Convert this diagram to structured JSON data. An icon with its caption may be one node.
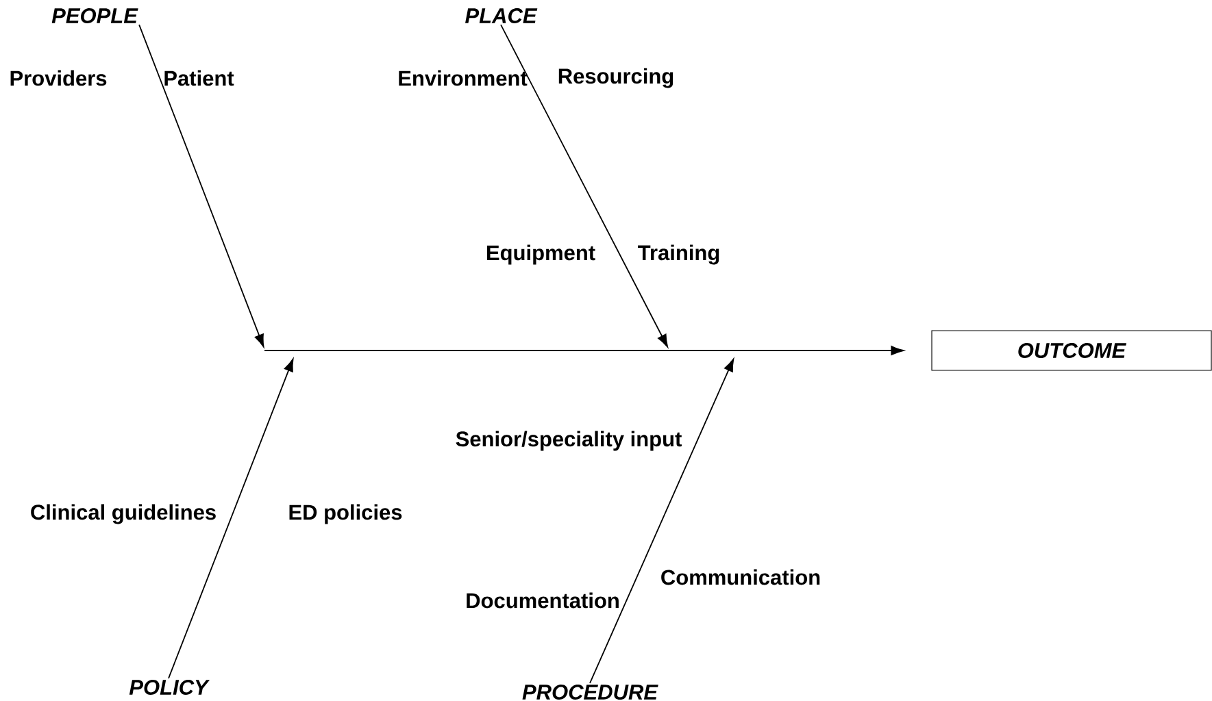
{
  "diagram": {
    "nodes": [
      {
        "text": [
          "PEOPLE"
        ]
      },
      {
        "text": [
          "PLACE"
        ]
      },
      {
        "text": [
          "OUTCOME"
        ]
      },
      {
        "text": [
          "POLICY"
        ]
      },
      {
        "text": [
          "PROCEDURE"
        ]
      }
    ],
    "edges": [
      {
        "from": 0,
        "to": null,
        "arrow": "to"
      },
      {
        "from": 1,
        "to": null,
        "arrow": "to"
      },
      {
        "from": null,
        "to": 2,
        "arrow": "to"
      },
      {
        "from": 3,
        "to": null,
        "arrow": "to"
      },
      {
        "from": 4,
        "to": null,
        "arrow": "to"
      }
    ],
    "labels": [
      "Providers",
      "Patient",
      "Environment",
      "Resourcing",
      "Equipment",
      "Training",
      "Senior/speciality input",
      "Clinical guidelines",
      "ED policies",
      "Communication",
      "Documentation"
    ]
  }
}
